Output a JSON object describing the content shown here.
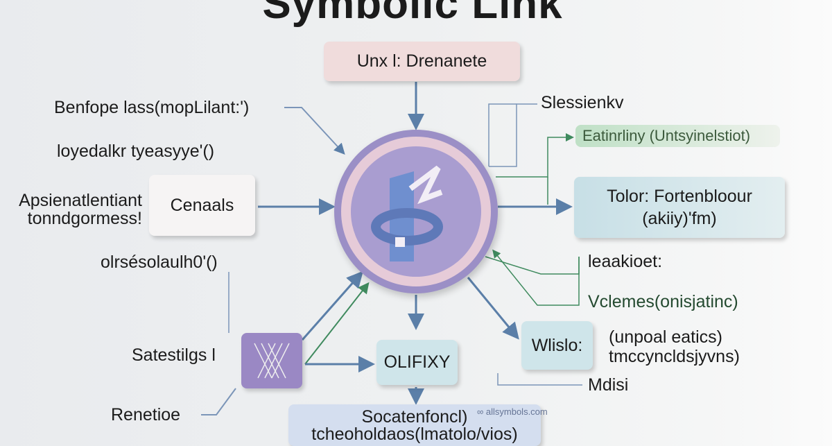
{
  "title": "Symbolic Link",
  "top_box": "Unx l: Drenanete",
  "left": {
    "label1": "Benfope lass(mopLilant:')",
    "label2": "loyedalkr tyeasyye'()",
    "label3_line1": "Apsienatlentiant",
    "label3_line2": "tonndgormess!",
    "box": "Cenaals",
    "label4": "olrsésolaulh0'()",
    "label5": "Satestilgs l",
    "label6": "Renetioe"
  },
  "right": {
    "label1": "Slessienkv",
    "green_box": "Eatinrliny (Untsyinelstiot)",
    "blue_box_line1": "Tolor: Fortenbloour",
    "blue_box_line2": "(akiiy)'fm)",
    "label2": "leaakioet:",
    "label3": "Vclemes(onisjatinc)",
    "small_box": "Wlislo:",
    "label4_line1": "(unpoal eatics)",
    "label4_line2": "tmccyncldsjyvns)",
    "label5": "Mdisi"
  },
  "bottom": {
    "center_box": "OLIFIXY",
    "wide_box_line1": "Socatenfoncl)",
    "wide_box_line2": "tcheoholdaos(lmatolo/vios)",
    "watermark": "allsymbols.com"
  },
  "colors": {
    "arrow_blue": "#5b7fa8",
    "arrow_green": "#3f8a5e",
    "circle_purple": "#a99dd0",
    "ring_pink": "#e3c8d6",
    "box_pink": "#f0dcdc",
    "box_blue": "#cfe5ea",
    "box_green": "#cfe6d0"
  }
}
